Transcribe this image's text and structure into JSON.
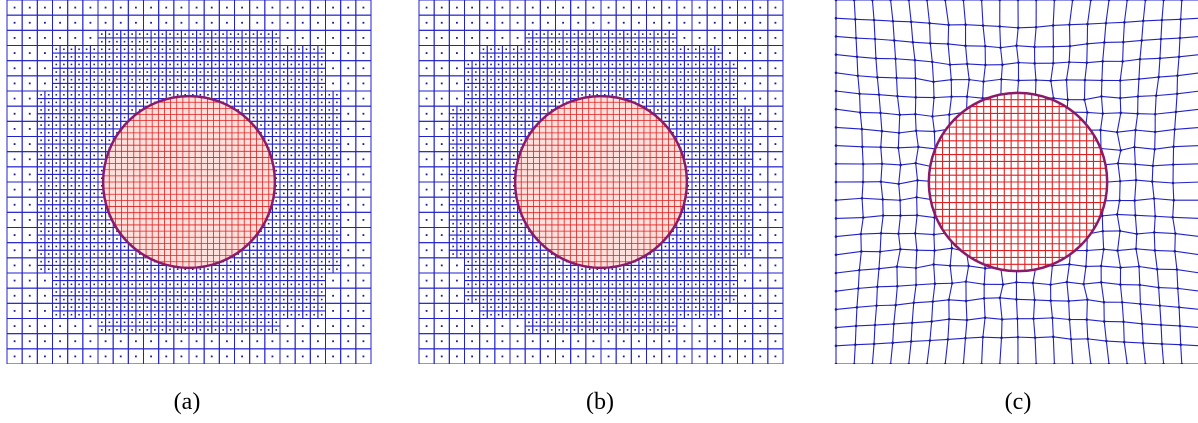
{
  "panels": [
    {
      "id": "a",
      "caption": "(a)",
      "mesh": "quadtree-refined",
      "show_nodes": true,
      "coarse_divisions": 24,
      "refine_cells": 2,
      "refine_ring_radius": 0.43,
      "inclusion_radius": 0.236,
      "inclusion_fine_divisions": 28
    },
    {
      "id": "b",
      "caption": "(b)",
      "mesh": "quadtree-refined",
      "show_nodes": true,
      "coarse_divisions": 24,
      "refine_cells": 2,
      "refine_ring_radius": 0.42,
      "inclusion_radius": 0.236,
      "inclusion_fine_divisions": 28
    },
    {
      "id": "c",
      "caption": "(c)",
      "mesh": "unstructured-quad",
      "show_nodes": true,
      "coarse_divisions": 20,
      "inclusion_radius": 0.245,
      "inclusion_fine_divisions": 26
    }
  ],
  "colors": {
    "matrix_mesh": "#2222cc",
    "matrix_node": "#1a1a99",
    "inclusion_mesh": "#e02020",
    "inclusion_fill": "#fde0dc",
    "interface": "#8a1a6a"
  }
}
